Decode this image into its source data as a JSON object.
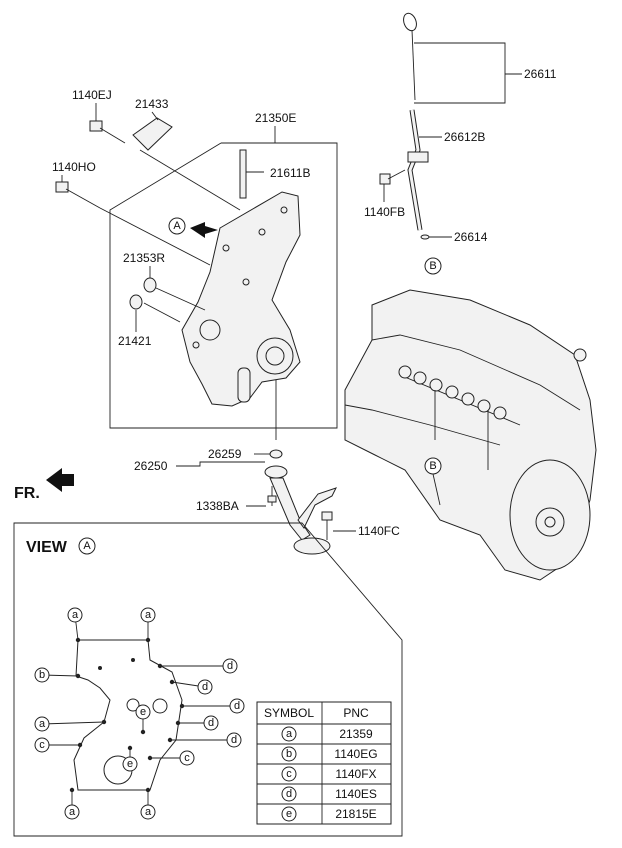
{
  "labels": {
    "p1140EJ": "1140EJ",
    "p21433": "21433",
    "p21350E": "21350E",
    "p21611B": "21611B",
    "p1140HO": "1140HO",
    "p21353R": "21353R",
    "p21421": "21421",
    "p26611": "26611",
    "p26612B": "26612B",
    "p1140FB": "1140FB",
    "p26614": "26614",
    "p26259": "26259",
    "p26250": "26250",
    "p1338BA": "1338BA",
    "p1140FC": "1140FC",
    "fr": "FR.",
    "refA": "A",
    "refB": "B"
  },
  "view": {
    "title": "VIEW",
    "ref": "A",
    "markers": [
      "a",
      "b",
      "c",
      "d",
      "e"
    ]
  },
  "table": {
    "headers": [
      "SYMBOL",
      "PNC"
    ],
    "rows": [
      {
        "symbol": "a",
        "pnc": "21359"
      },
      {
        "symbol": "b",
        "pnc": "1140EG"
      },
      {
        "symbol": "c",
        "pnc": "1140FX"
      },
      {
        "symbol": "d",
        "pnc": "1140ES"
      },
      {
        "symbol": "e",
        "pnc": "21815E"
      }
    ]
  }
}
